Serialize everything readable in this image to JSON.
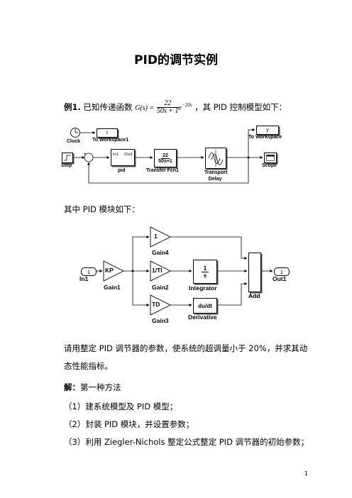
{
  "title": "PID的调节实例",
  "example": {
    "label": "例1.",
    "prefix": "已知传递函数",
    "formula_lhs": "G(s) =",
    "formula_num": "22",
    "formula_den": "50s + 1",
    "formula_exp": "e",
    "formula_exp_power": "−20s",
    "suffix": "，其 PID 控制模型如下："
  },
  "model1": {
    "clock": "Clock",
    "to_ws1_value": "t",
    "to_ws1": "To Workspace1",
    "to_ws_value": "y",
    "to_ws": "To Workspace",
    "step": "Step",
    "pid_in": "In1",
    "pid_out": "Out1",
    "pid": "pid",
    "tf_num": "22",
    "tf_den": "50s+1",
    "tf": "Transfer Fcn1",
    "delay1": "Transport",
    "delay2": "Delay",
    "scope": "Scope"
  },
  "text_pid": "其中 PID 模块如下：",
  "model2": {
    "in_port": "1",
    "in_label": "In1",
    "kp": "KP",
    "gain1": "Gain1",
    "g4_value": "1",
    "gain4": "Gain4",
    "g2_value": "1/TI",
    "gain2": "Gain2",
    "g3_value": "TD",
    "gain3": "Gain3",
    "int_num": "1",
    "int_den": "s",
    "integrator": "Integrator",
    "deriv_value": "du/dt",
    "derivative": "Derivative",
    "add": "Add",
    "out_port": "1",
    "out_label": "Out1"
  },
  "requirement1": "请用整定 PID 调节器的参数，使系统的超调量小于 20%，并求其动",
  "requirement2": "态性能指标。",
  "solution_label": "解：",
  "solution_text": "第一种方法",
  "steps": [
    "（1）建系统模型及 PID 模型；",
    "（2）封装 PID 模块，并设置参数；",
    "（3）利用 Ziegler-Nichols 整定公式整定 PID 调节器的初始参数；"
  ],
  "page_number": "1"
}
